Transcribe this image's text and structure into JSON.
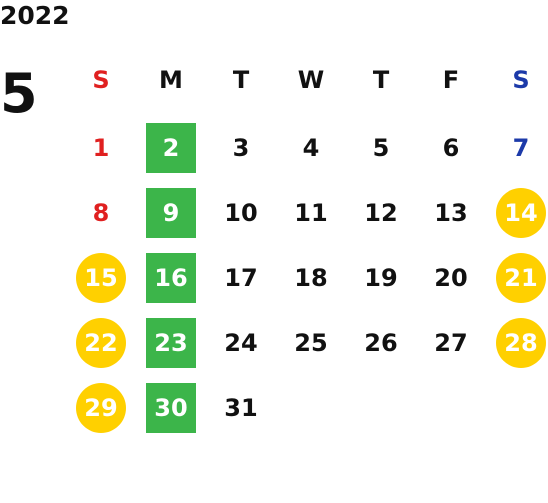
{
  "year": "2022",
  "month": "5",
  "colors": {
    "text": "#111111",
    "sunday": "#e02020",
    "saturday": "#1c3aa9",
    "highlight_green": "#3cb54a",
    "highlight_yellow": "#ffd000"
  },
  "weekdays": [
    "S",
    "M",
    "T",
    "W",
    "T",
    "F",
    "S"
  ],
  "weeks": [
    [
      {
        "day": "1",
        "style": "sunday"
      },
      {
        "day": "2",
        "style": "green"
      },
      {
        "day": "3",
        "style": "normal"
      },
      {
        "day": "4",
        "style": "normal"
      },
      {
        "day": "5",
        "style": "normal"
      },
      {
        "day": "6",
        "style": "normal"
      },
      {
        "day": "7",
        "style": "saturday"
      }
    ],
    [
      {
        "day": "8",
        "style": "sunday"
      },
      {
        "day": "9",
        "style": "green"
      },
      {
        "day": "10",
        "style": "normal"
      },
      {
        "day": "11",
        "style": "normal"
      },
      {
        "day": "12",
        "style": "normal"
      },
      {
        "day": "13",
        "style": "normal"
      },
      {
        "day": "14",
        "style": "yellow"
      }
    ],
    [
      {
        "day": "15",
        "style": "yellow"
      },
      {
        "day": "16",
        "style": "green"
      },
      {
        "day": "17",
        "style": "normal"
      },
      {
        "day": "18",
        "style": "normal"
      },
      {
        "day": "19",
        "style": "normal"
      },
      {
        "day": "20",
        "style": "normal"
      },
      {
        "day": "21",
        "style": "yellow"
      }
    ],
    [
      {
        "day": "22",
        "style": "yellow"
      },
      {
        "day": "23",
        "style": "green"
      },
      {
        "day": "24",
        "style": "normal"
      },
      {
        "day": "25",
        "style": "normal"
      },
      {
        "day": "26",
        "style": "normal"
      },
      {
        "day": "27",
        "style": "normal"
      },
      {
        "day": "28",
        "style": "yellow"
      }
    ],
    [
      {
        "day": "29",
        "style": "yellow"
      },
      {
        "day": "30",
        "style": "green"
      },
      {
        "day": "31",
        "style": "normal"
      }
    ]
  ]
}
